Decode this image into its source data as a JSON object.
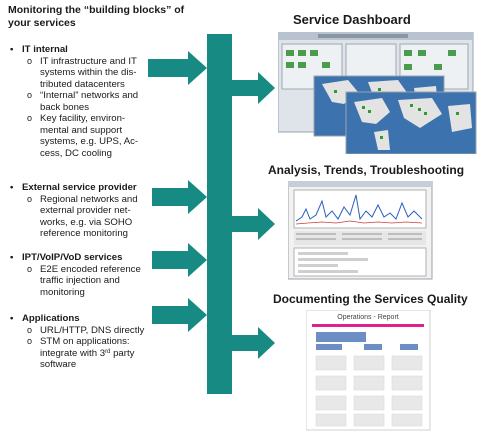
{
  "heading": "Monitoring the “building blocks” of your services",
  "categories": [
    {
      "title": "IT internal",
      "items": [
        "IT infrastructure and IT systems within the dis- tributed datacenters",
        "“Internal” networks and back bones",
        "Key facility, environ- mental and support systems, e.g. UPS, Ac- cess, DC cooling"
      ]
    },
    {
      "title": "External service provider",
      "items": [
        "Regional networks and external provider net- works, e.g. via SOHO reference monitoring"
      ]
    },
    {
      "title": "IPT/VoIP/VoD services",
      "items": [
        "E2E encoded reference traffic injection and monitoring"
      ]
    },
    {
      "title": "Applications",
      "items": [
        "URL/HTTP, DNS directly",
        "STM on applications: integrate with 3rd party software"
      ]
    }
  ],
  "outputs": [
    {
      "title": "Service Dashboard"
    },
    {
      "title": "Analysis, Trends, Troubleshooting"
    },
    {
      "title": "Documenting the Services Quality"
    }
  ],
  "report_title": "Operations - Report",
  "colors": {
    "arrow": "#168a83",
    "text": "#1a1a1a",
    "map_ocean": "#3c72ae",
    "map_land": "#e3e3e3",
    "report_bar": "#e0208e",
    "report_blue": "#6d8ec4"
  }
}
